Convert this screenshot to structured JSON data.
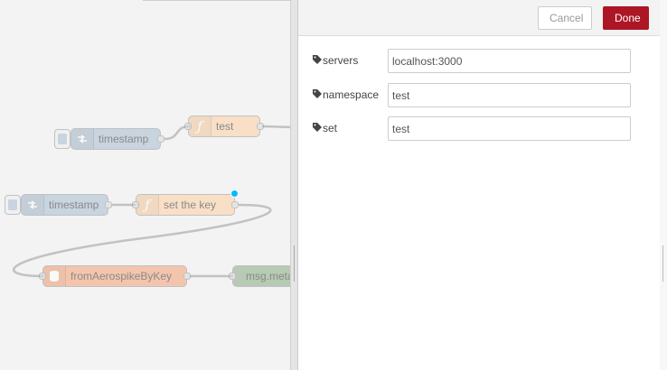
{
  "canvas": {
    "nodes": [
      {
        "id": "inject1",
        "type": "inject",
        "label": "timestamp",
        "color": "#a6bbcf"
      },
      {
        "id": "func1",
        "type": "function",
        "label": "test",
        "color": "#fdd0a2"
      },
      {
        "id": "inject2",
        "type": "inject",
        "label": "timestamp",
        "color": "#a6bbcf"
      },
      {
        "id": "func2",
        "type": "function",
        "label": "set the key",
        "color": "#fdd0a2"
      },
      {
        "id": "aero",
        "type": "aerospike",
        "label": "fromAerospikeByKey",
        "color": "#f6a074"
      },
      {
        "id": "debug",
        "type": "debug",
        "label": "msg.meta",
        "color": "#87a980"
      }
    ]
  },
  "tray": {
    "cancel_label": "Cancel",
    "done_label": "Done",
    "accent_color": "#ad1625",
    "fields": [
      {
        "label": "servers",
        "value": "localhost:3000",
        "icon": "tag-icon"
      },
      {
        "label": "namespace",
        "value": "test",
        "icon": "tag-icon"
      },
      {
        "label": "set",
        "value": "test",
        "icon": "tag-icon"
      }
    ]
  }
}
